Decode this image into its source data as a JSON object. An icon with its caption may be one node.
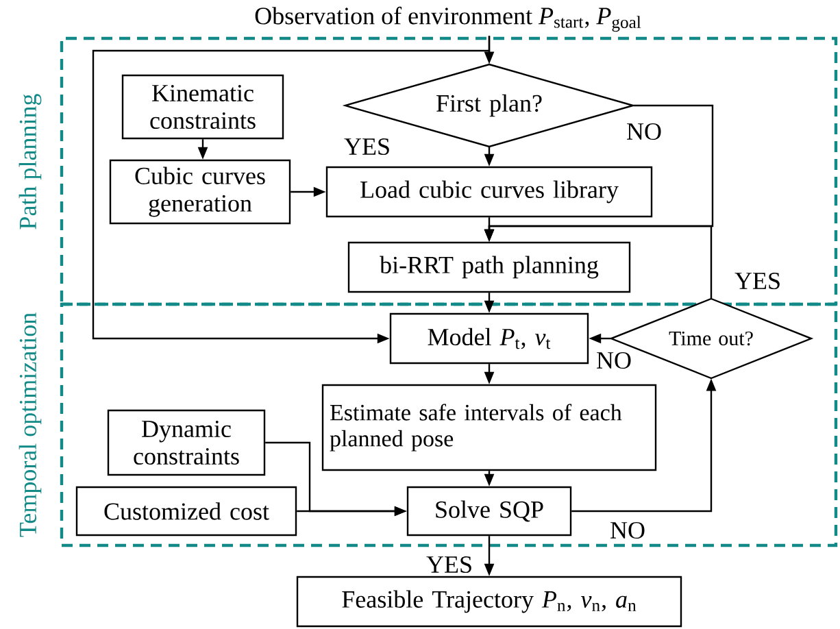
{
  "diagram": {
    "nodes": [
      {
        "text": [
          "Path planning"
        ]
      },
      {
        "text": [
          "Temporal optimization"
        ]
      },
      {
        "text": [
          "Observation of environment *P*$_{start}$, *P*$_{goal}$"
        ]
      },
      {
        "text": [
          "Kinematic constraints"
        ],
        "in": 0
      },
      {
        "text": [
          "Cubic curves generation"
        ],
        "in": 0
      },
      {
        "text": [
          "First plan?"
        ],
        "in": 0
      },
      {
        "text": [
          "Load cubic curves library"
        ],
        "in": 0
      },
      {
        "text": [
          "bi-RRT path planning"
        ],
        "in": 0
      },
      {
        "text": [
          "Model *P*$_{t}$, *v*$_{t}$"
        ],
        "in": 1
      },
      {
        "text": [
          "Time out?"
        ]
      },
      {
        "text": [
          "Estimate safe intervals of each planned pose"
        ],
        "in": 1
      },
      {
        "text": [
          "Dynamic constraints"
        ],
        "in": 1
      },
      {
        "text": [
          "Customized cost"
        ],
        "in": 1
      },
      {
        "text": [
          "Solve SQP"
        ],
        "in": 1
      },
      {
        "text": [
          "Feasible Trajectory *P*$_{n}$, *v*$_{n}$, *a*$_{n}$"
        ]
      }
    ],
    "edges": [
      {
        "from": 2,
        "to": 5,
        "arrow": "to"
      },
      {
        "from": 2,
        "to": 8,
        "arrow": "to"
      },
      {
        "from": 3,
        "to": 4,
        "arrow": "to"
      },
      {
        "from": 4,
        "to": 6,
        "arrow": "to"
      },
      {
        "from": 5,
        "to": 6,
        "arrow": "to",
        "label": "YES"
      },
      {
        "from": 5,
        "to": 7,
        "arrow": "to",
        "label": "NO"
      },
      {
        "from": 6,
        "to": 7,
        "arrow": "to"
      },
      {
        "from": 7,
        "to": 8,
        "arrow": "to"
      },
      {
        "from": 9,
        "to": 7,
        "arrow": "to",
        "label": "YES"
      },
      {
        "from": 9,
        "to": 8,
        "arrow": "to",
        "label": "NO"
      },
      {
        "from": 8,
        "to": 10,
        "arrow": "to"
      },
      {
        "from": 10,
        "to": 13,
        "arrow": "to"
      },
      {
        "from": 11,
        "to": 13,
        "arrow": "to"
      },
      {
        "from": 12,
        "to": 13,
        "arrow": "to"
      },
      {
        "from": 13,
        "to": 9,
        "arrow": "to",
        "label": "NO"
      },
      {
        "from": 13,
        "to": 14,
        "arrow": "to",
        "label": "YES"
      }
    ]
  }
}
